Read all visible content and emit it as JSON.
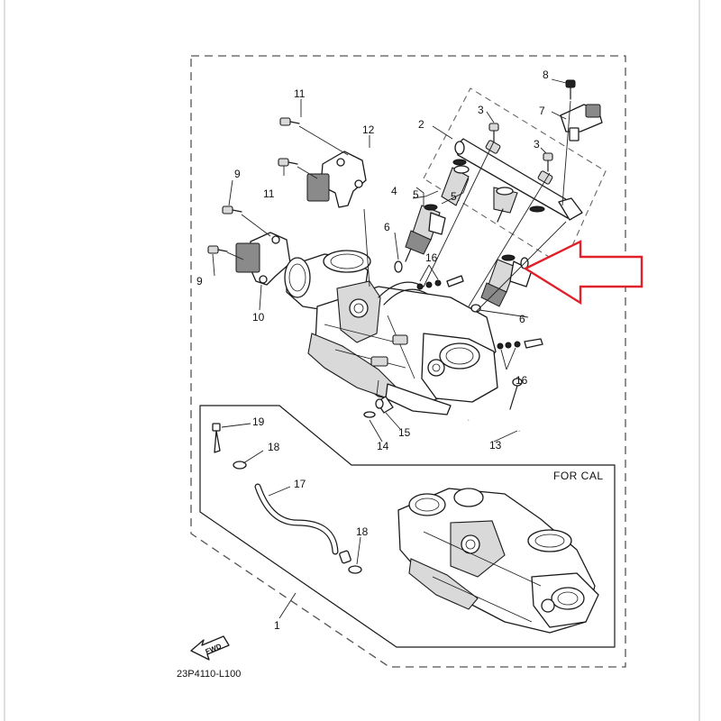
{
  "callouts": {
    "c1": "1",
    "c2": "2",
    "c3a": "3",
    "c3b": "3",
    "c4": "4",
    "c5a": "5",
    "c5b": "5",
    "c6a": "6",
    "c6b": "6",
    "c7": "7",
    "c8": "8",
    "c9a": "9",
    "c9b": "9",
    "c10": "10",
    "c11a": "11",
    "c11b": "11",
    "c12": "12",
    "c13": "13",
    "c14": "14",
    "c15": "15",
    "c16a": "16",
    "c16b": "16",
    "c17": "17",
    "c18a": "18",
    "c18b": "18",
    "c19": "19"
  },
  "inset": {
    "label": "FOR CAL"
  },
  "fwd": {
    "label": "FWD"
  },
  "diagram_code": "23P4110-L100",
  "colors": {
    "highlight_arrow": "#e0202a",
    "line": "#1a1a1a",
    "dashed_frame": "#555555"
  }
}
